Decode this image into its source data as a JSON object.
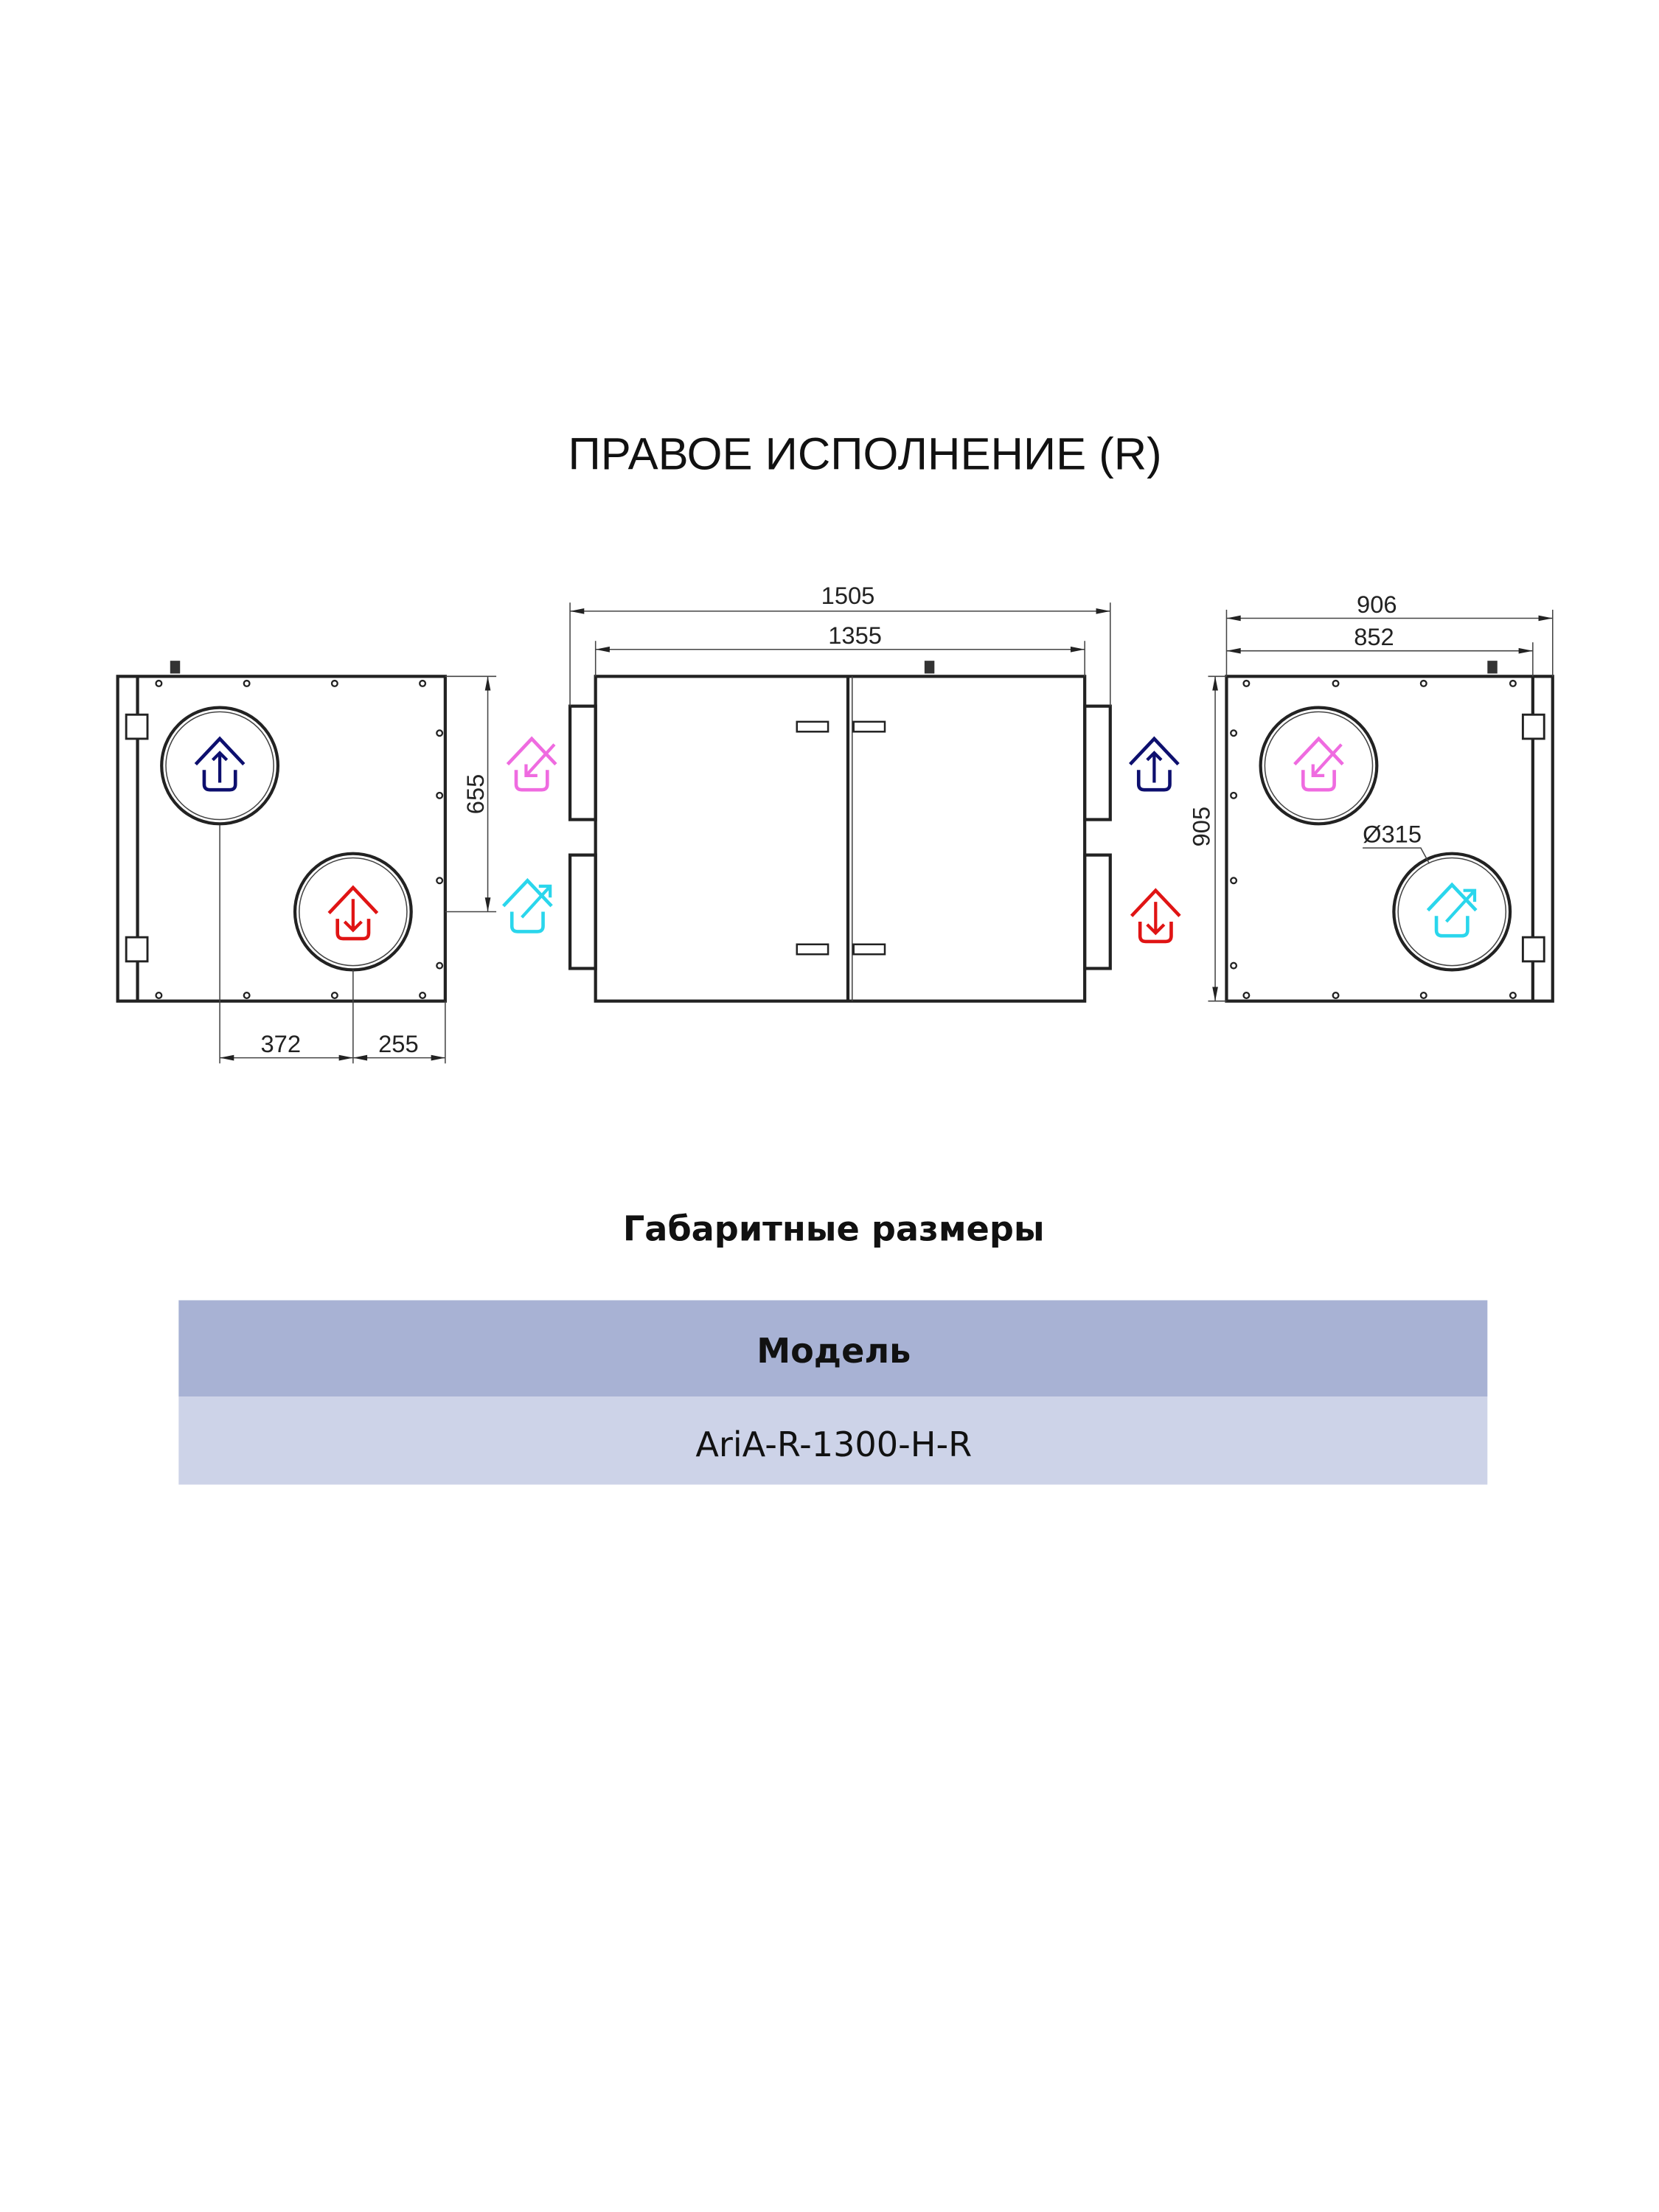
{
  "title": "ПРАВОЕ ИСПОЛНЕНИЕ (R)",
  "dimensions": {
    "left_view": {
      "height": "655",
      "offset_a": "372",
      "offset_b": "255"
    },
    "front_view": {
      "overall_length": "1505",
      "body_length": "1355"
    },
    "right_view": {
      "overall_width": "906",
      "body_width": "852",
      "height": "905",
      "duct_diameter": "Ø315"
    }
  },
  "icons": {
    "exhaust_out": {
      "name": "house-arrow-up-icon",
      "color": "#0d0f6e"
    },
    "supply_in": {
      "name": "house-arrow-down-icon",
      "color": "#e01414"
    },
    "extract_in": {
      "name": "house-arrow-in-icon",
      "color": "#ef6be0"
    },
    "fresh_out": {
      "name": "house-arrow-out-icon",
      "color": "#2ad6ec"
    }
  },
  "section_heading": "Габаритные размеры",
  "table": {
    "header": "Модель",
    "header_color": "#a8b2d4",
    "row_color": "#cdd3e8",
    "rows": [
      {
        "model": "AriA-R-1300-H-R"
      }
    ]
  }
}
